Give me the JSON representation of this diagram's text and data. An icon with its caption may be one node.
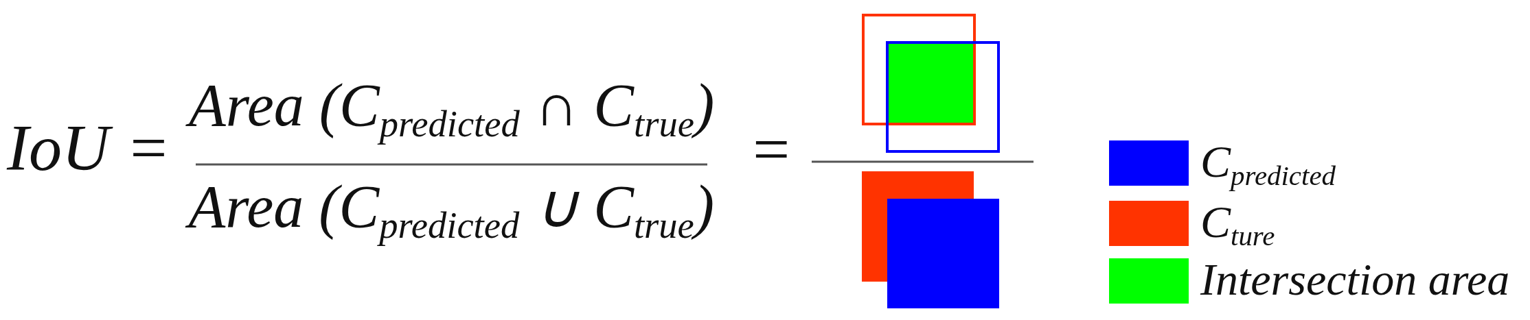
{
  "diagram": {
    "labels": [
      "IoU =",
      "Area (C$_{predicted}$ ∩ C$_{true}$)",
      "Area (C$_{predicted}$ ∪ C$_{true}$)",
      "="
    ],
    "legend": [
      {
        "text": "C$_{predicted}$",
        "color": "#0000ff"
      },
      {
        "text": "C$_{ture}$",
        "color": "#ff3300"
      },
      {
        "text": "Intersection area",
        "color": "#00ff00"
      }
    ]
  }
}
